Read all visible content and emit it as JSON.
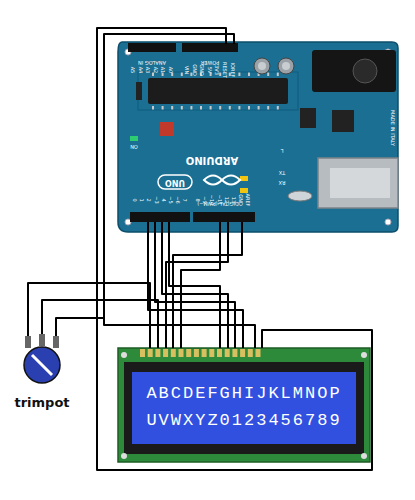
{
  "diagram": {
    "labels": [
      "ABCDEFGHIJKLMNOP",
      "UVWXYZ0123456789",
      "trimpot",
      "ARDUINO",
      "UNO",
      "DIGITAL (PWM~)",
      "ANALOG IN",
      "POWER",
      "MADE IN ITALY",
      "TX",
      "RX",
      "L",
      "ON",
      "0",
      "1",
      "2",
      "~3",
      "4",
      "~5",
      "~6",
      "7",
      "8",
      "~9",
      "~10",
      "~11",
      "12",
      "13",
      "GND",
      "AREF",
      "A5",
      "A4",
      "A3",
      "A2",
      "A1",
      "A0",
      "VIN",
      "GND",
      "GND",
      "5V",
      "3V3",
      "RESET",
      "IOREF"
    ]
  }
}
